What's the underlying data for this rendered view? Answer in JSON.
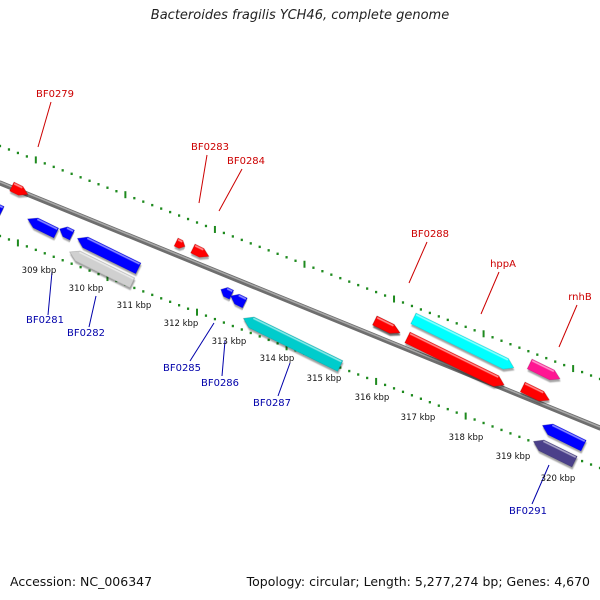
{
  "title": "Bacteroides fragilis YCH46, complete genome",
  "footer": {
    "accession": "Accession: NC_006347",
    "summary": "Topology: circular; Length: 5,277,274 bp; Genes: 4,670"
  },
  "colors": {
    "label_top": "#cc0000",
    "label_bottom": "#0000aa",
    "tick": "#1e8a1e",
    "backbone": "#808080",
    "tick_label": "#111111"
  },
  "scale": {
    "ticks": [
      {
        "label": "309 kbp"
      },
      {
        "label": "310 kbp"
      },
      {
        "label": "311 kbp"
      },
      {
        "label": "312 kbp"
      },
      {
        "label": "313 kbp"
      },
      {
        "label": "314 kbp"
      },
      {
        "label": "315 kbp"
      },
      {
        "label": "316 kbp"
      },
      {
        "label": "317 kbp"
      },
      {
        "label": "318 kbp"
      },
      {
        "label": "319 kbp"
      },
      {
        "label": "320 kbp"
      }
    ]
  },
  "genes": [
    {
      "id": "g-top-1",
      "color": "#ff0000",
      "strand": "+"
    },
    {
      "id": "g-top-2",
      "color": "#ff0000",
      "strand": "+"
    },
    {
      "id": "g-top-3",
      "color": "#ff0000",
      "strand": "+"
    },
    {
      "id": "g-top-4",
      "color": "#ff0000",
      "strand": "+"
    },
    {
      "id": "g-top-5",
      "color": "#ff0000",
      "strand": "+"
    },
    {
      "id": "g-top-6",
      "color": "#00ffff",
      "strand": "+"
    },
    {
      "id": "g-top-7",
      "color": "#ff0000",
      "strand": "+"
    },
    {
      "id": "g-top-8",
      "color": "#ff1493",
      "strand": "+"
    },
    {
      "id": "g-top-9",
      "color": "#ff0000",
      "strand": "+"
    },
    {
      "id": "g-bot-1",
      "color": "#0000ff",
      "strand": "-"
    },
    {
      "id": "g-bot-2",
      "color": "#0000ff",
      "strand": "-"
    },
    {
      "id": "g-bot-3",
      "color": "#0000ff",
      "strand": "-"
    },
    {
      "id": "g-bot-4",
      "color": "#d0d0d0",
      "strand": "-"
    },
    {
      "id": "g-bot-5",
      "color": "#0000ff",
      "strand": "-"
    },
    {
      "id": "g-bot-6",
      "color": "#0000ff",
      "strand": "-"
    },
    {
      "id": "g-bot-7",
      "color": "#0000ff",
      "strand": "-"
    },
    {
      "id": "g-bot-8",
      "color": "#00cccc",
      "strand": "-"
    },
    {
      "id": "g-bot-9",
      "color": "#0000ff",
      "strand": "-"
    },
    {
      "id": "g-bot-10",
      "color": "#4b3f8a",
      "strand": "-"
    }
  ],
  "labels": [
    {
      "text": "BF0279",
      "strand": "top"
    },
    {
      "text": "BF0283",
      "strand": "top"
    },
    {
      "text": "BF0284",
      "strand": "top"
    },
    {
      "text": "BF0288",
      "strand": "top"
    },
    {
      "text": "hppA",
      "strand": "top"
    },
    {
      "text": "rnhB",
      "strand": "top"
    },
    {
      "text": "BF0281",
      "strand": "bottom"
    },
    {
      "text": "BF0282",
      "strand": "bottom"
    },
    {
      "text": "BF0285",
      "strand": "bottom"
    },
    {
      "text": "BF0286",
      "strand": "bottom"
    },
    {
      "text": "BF0287",
      "strand": "bottom"
    },
    {
      "text": "BF0291",
      "strand": "bottom"
    }
  ]
}
